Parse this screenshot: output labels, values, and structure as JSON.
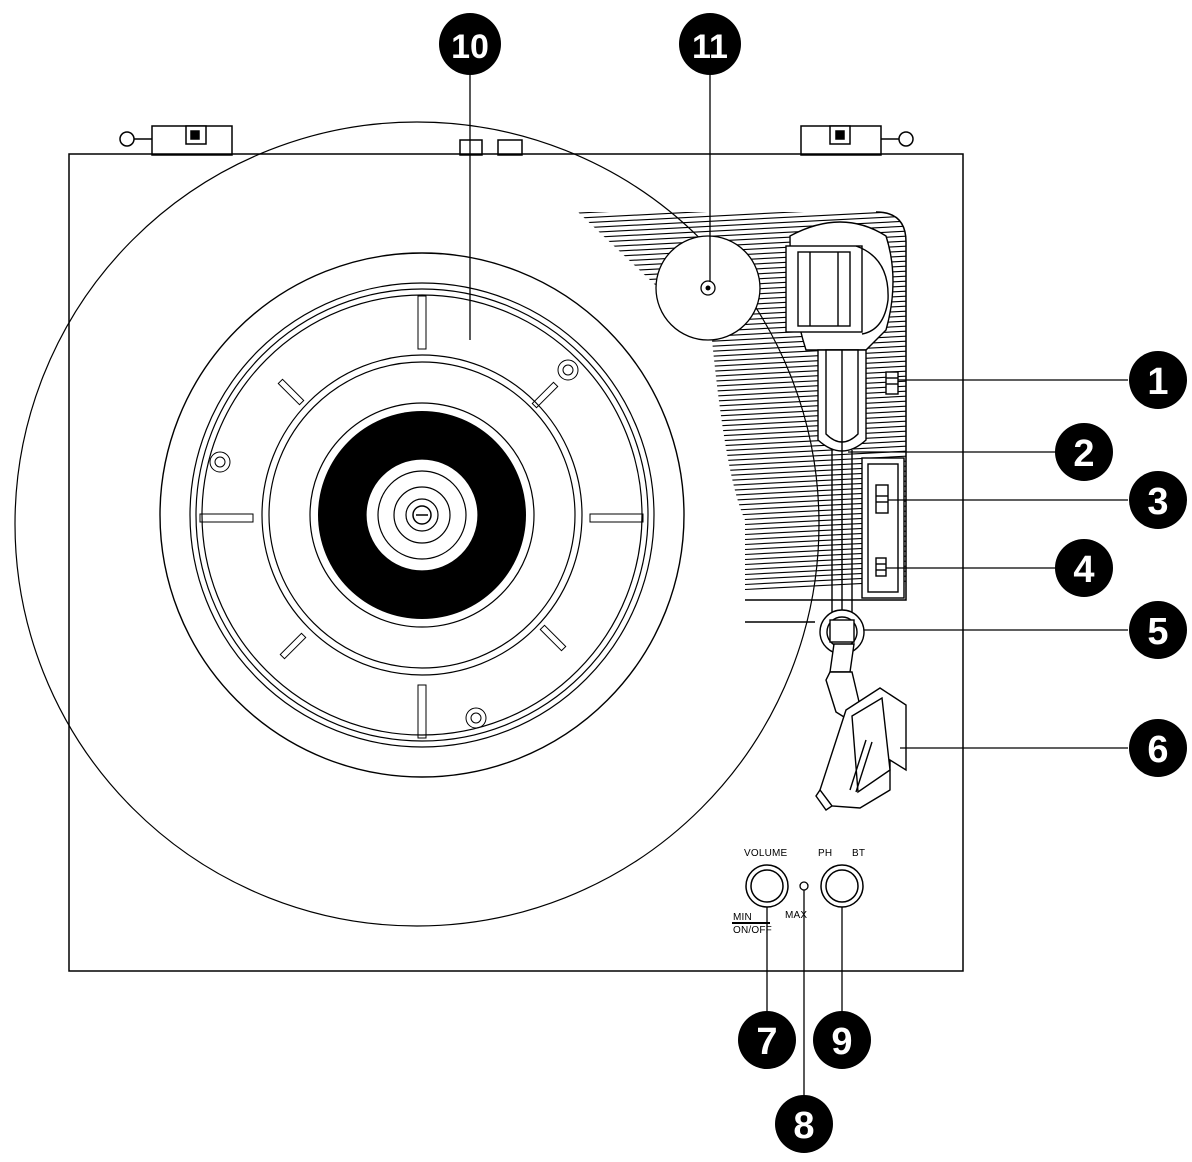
{
  "colors": {
    "ink": "#000000",
    "paper": "#ffffff"
  },
  "callouts": {
    "c1": "1",
    "c2": "2",
    "c3": "3",
    "c4": "4",
    "c5": "5",
    "c6": "6",
    "c7": "7",
    "c8": "8",
    "c9": "9",
    "c10": "10",
    "c11": "11"
  },
  "panel": {
    "volume_label": "VOLUME",
    "min_label": "MIN",
    "onoff_label": "ON/OFF",
    "max_label": "MAX",
    "ph_label": "PH",
    "bt_label": "BT"
  }
}
